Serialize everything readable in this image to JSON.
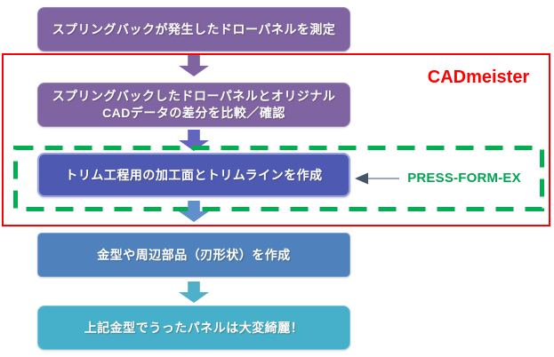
{
  "diagram": {
    "type": "flowchart",
    "steps": [
      {
        "label": "スプリングバックが発生したドローパネルを測定"
      },
      {
        "label": "スプリングバックしたドローパネルとオリジナル\nCADデータの差分を比較／確認"
      },
      {
        "label": "トリム工程用の加工面とトリムラインを作成"
      },
      {
        "label": "金型や周辺部品（刃形状）を作成"
      },
      {
        "label": "上記金型でうったパネルは大変綺麗！"
      }
    ],
    "annotations": {
      "cadmeister_label": "CADmeister",
      "pressformex_label": "PRESS-FORM-EX"
    },
    "colors": {
      "step1_fill": "#8064A2",
      "step2_fill": "#8064A2",
      "step3_fill": "#4E59B2",
      "step4_fill": "#4F81BD",
      "step5_fill": "#46AFC9",
      "arrow1": "#8064A2",
      "arrow2": "#6363C0",
      "arrow3": "#6090CC",
      "arrow4": "#4FB0C9",
      "cadmeister_outline": "#FF0000",
      "cadmeister_text": "#FF0000",
      "pressformex_outline": "#00B050",
      "pressformex_text": "#00A651",
      "step_text": "#FFFFFF"
    }
  }
}
